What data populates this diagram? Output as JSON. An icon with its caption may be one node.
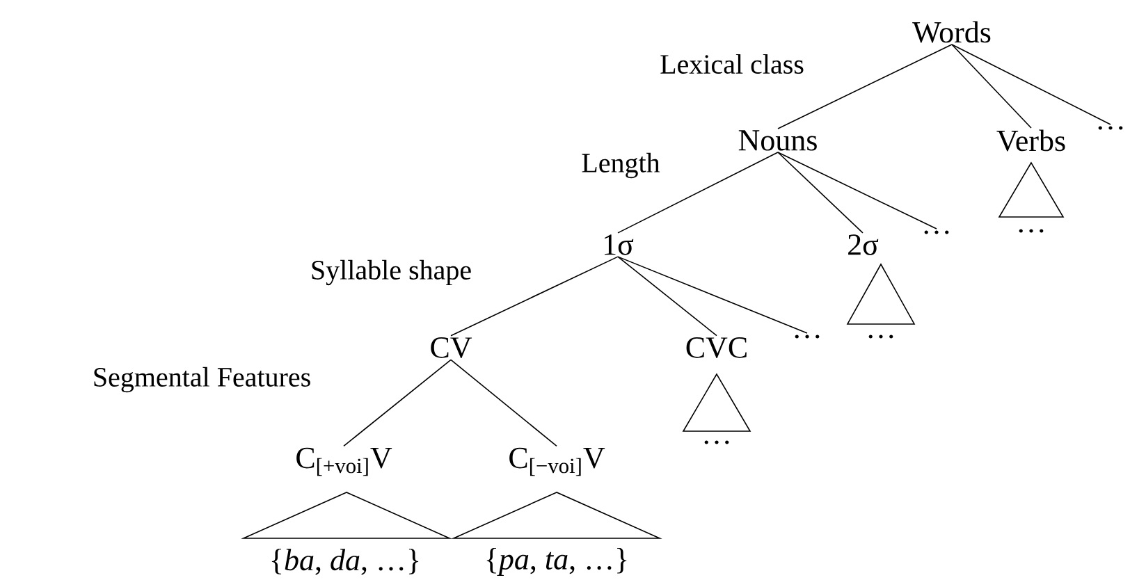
{
  "diagram": {
    "nodes": [
      {
        "text": [
          "Words"
        ]
      },
      {
        "text": [
          "Nouns"
        ]
      },
      {
        "text": [
          "Verbs"
        ]
      },
      {
        "text": [
          "…"
        ]
      },
      {
        "text": [
          "…"
        ]
      },
      {
        "text": [
          "1σ"
        ]
      },
      {
        "text": [
          "2σ"
        ]
      },
      {
        "text": [
          "…"
        ]
      },
      {
        "text": [
          "…"
        ]
      },
      {
        "text": [
          "CV"
        ]
      },
      {
        "text": [
          "CVC"
        ]
      },
      {
        "text": [
          "…"
        ]
      },
      {
        "text": [
          "…"
        ]
      },
      {
        "text": [
          "C$_{[+voi]}$V"
        ]
      },
      {
        "text": [
          "C$_{[−voi]}$V"
        ]
      },
      {
        "text": [
          "{*ba*, *da*, …}"
        ]
      },
      {
        "text": [
          "{*pa*, *ta*, …}"
        ]
      }
    ],
    "edges": [
      {
        "from": 0,
        "to": 1,
        "arrow": "none"
      },
      {
        "from": 0,
        "to": 2,
        "arrow": "none"
      },
      {
        "from": 0,
        "to": 3,
        "arrow": "none"
      },
      {
        "from": 1,
        "to": 5,
        "arrow": "none"
      },
      {
        "from": 1,
        "to": 6,
        "arrow": "none"
      },
      {
        "from": 1,
        "to": 7,
        "arrow": "none"
      },
      {
        "from": 5,
        "to": 9,
        "arrow": "none"
      },
      {
        "from": 5,
        "to": 10,
        "arrow": "none"
      },
      {
        "from": 5,
        "to": 11,
        "arrow": "none"
      },
      {
        "from": 9,
        "to": 13,
        "arrow": "none"
      },
      {
        "from": 9,
        "to": 14,
        "arrow": "none"
      }
    ],
    "labels": [
      "Lexical class",
      "Length",
      "Syllable shape",
      "Segmental Features"
    ]
  }
}
